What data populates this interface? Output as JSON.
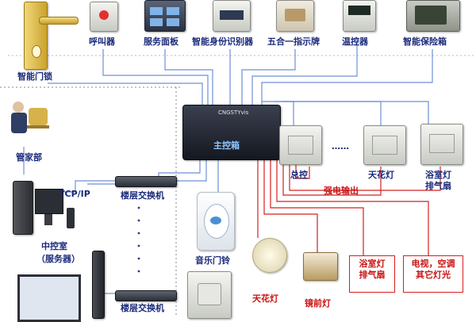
{
  "devices": {
    "door_lock": "智能门锁",
    "pager": "呼叫器",
    "service_panel": "服务面板",
    "id_reader": "智能身份识别器",
    "indicator": "五合一指示牌",
    "thermostat": "温控器",
    "safe": "智能保险箱",
    "main_controller": "主控箱",
    "main_controller_brand": "CNGSTYvis",
    "housekeeping": "管家部",
    "tcp_ip": "TCP/IP",
    "control_room_1": "中控室",
    "control_room_2": "（服务器）",
    "floor_switch_top": "楼层交换机",
    "floor_switch_bottom": "楼层交换机",
    "music_doorbell": "音乐门铃",
    "master_switch": "总控",
    "ceiling_light_top": "天花灯",
    "bath_light_top_1": "浴室灯",
    "bath_light_top_2": "排气扇",
    "power_output": "强电输出",
    "ceiling_light_bottom": "天花灯",
    "mirror_light": "镜前灯",
    "bath_light_box_1": "浴室灯",
    "bath_light_box_2": "排气扇",
    "tv_box_1": "电视，空调",
    "tv_box_2": "其它灯光",
    "ellipsis": "……"
  },
  "colors": {
    "line_blue": "#6f8fd8",
    "line_red": "#d42020",
    "label_blue": "#1a2a7a"
  }
}
